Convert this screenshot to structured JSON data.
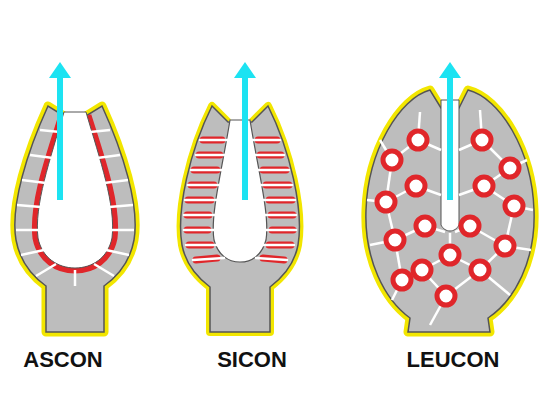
{
  "diagram": {
    "labels": [
      "ASCON",
      "SICON",
      "LEUCON"
    ]
  }
}
